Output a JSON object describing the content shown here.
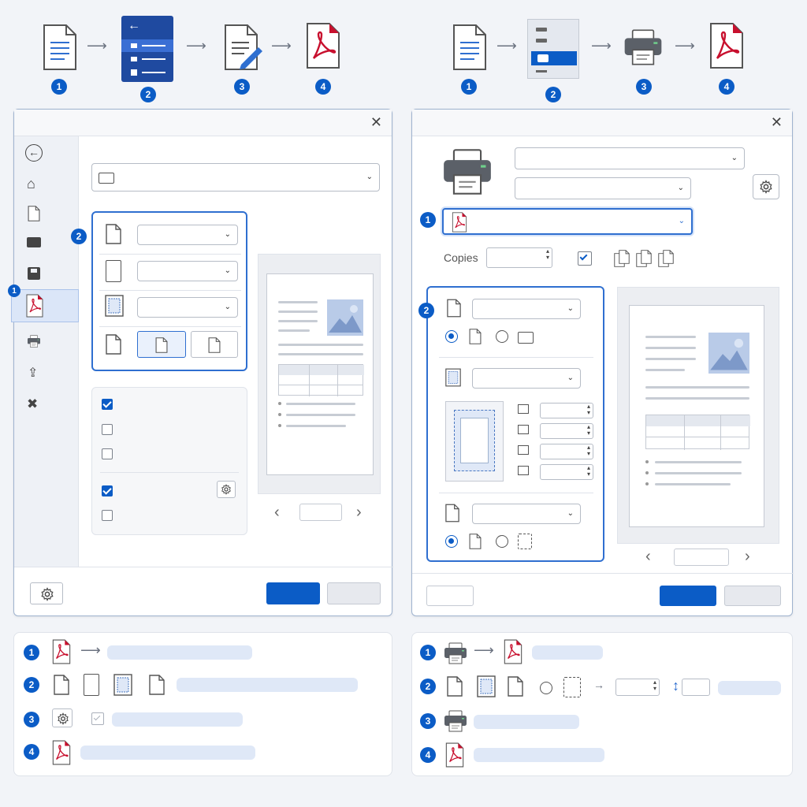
{
  "colors": {
    "accent": "#0b5cc6",
    "pdf_red": "#c8102e",
    "panel_bg": "#f2f4f8",
    "highlight": "#dfe8f7"
  },
  "left_flow": {
    "steps": [
      {
        "num": "1",
        "icon": "document-icon"
      },
      {
        "num": "2",
        "icon": "file-menu-icon"
      },
      {
        "num": "3",
        "icon": "edit-document-icon"
      },
      {
        "num": "4",
        "icon": "pdf-icon"
      }
    ]
  },
  "right_flow": {
    "steps": [
      {
        "num": "1",
        "icon": "document-icon"
      },
      {
        "num": "2",
        "icon": "printer-menu-icon"
      },
      {
        "num": "3",
        "icon": "printer-icon"
      },
      {
        "num": "4",
        "icon": "pdf-icon"
      }
    ]
  },
  "left_dialog": {
    "close": "✕",
    "sidebar_icons": [
      "back-icon",
      "home-icon",
      "new-icon",
      "open-icon",
      "save-icon",
      "pdf-icon",
      "print-icon",
      "share-icon",
      "tools-icon"
    ],
    "active_sidebar_index": 5,
    "callouts": [
      "1",
      "2"
    ],
    "checkboxes": [
      true,
      false,
      false,
      true,
      false
    ],
    "preview_nav": {
      "prev": "‹",
      "next": "›"
    }
  },
  "right_dialog": {
    "close": "✕",
    "copies_label": "Copies",
    "callouts": [
      "1",
      "2"
    ],
    "preview_nav": {
      "prev": "‹",
      "next": "›"
    }
  },
  "left_legend": {
    "nums": [
      "1",
      "2",
      "3",
      "4"
    ]
  },
  "right_legend": {
    "nums": [
      "1",
      "2",
      "3",
      "4"
    ]
  }
}
